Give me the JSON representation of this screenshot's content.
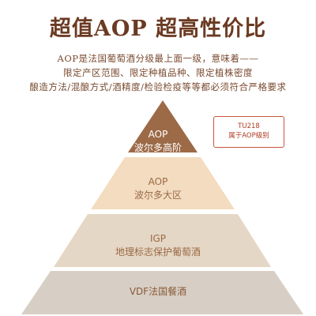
{
  "header": {
    "title": "超值AOP 超高性价比",
    "desc_line1": "AOP是法国葡萄酒分级最上面一级，意味着——",
    "desc_line2": "限定产区范围、限定种植品种、限定植株密度",
    "desc_line3": "酿造方法/混酿方式/酒精度/检验检疫等等都必须符合严格要求"
  },
  "badge": {
    "line1": "TU218",
    "line2": "属于AOP级别"
  },
  "pyramid": {
    "tiers": [
      {
        "line1": "AOP",
        "line2": "波尔多高阶",
        "color": "#9c6a47"
      },
      {
        "line1": "AOP",
        "line2": "波尔多大区",
        "color": "#f3dcc0"
      },
      {
        "line1": "IGP",
        "line2": "地理标志保护葡萄酒",
        "color": "#e5d7c6"
      },
      {
        "line1": "VDF法国餐酒",
        "line2": "",
        "color": "#d7cfc6"
      }
    ]
  }
}
